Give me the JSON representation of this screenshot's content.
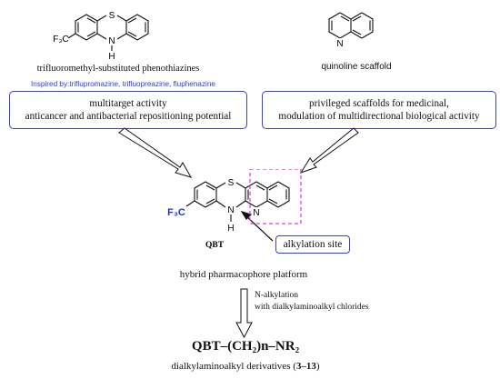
{
  "top_left": {
    "atom_s": "S",
    "atom_n": "N",
    "atom_h": "H",
    "substituent": "F₃C",
    "caption": "trifluoromethyl-substituted phenothiazines",
    "inspired": "Inspired by:triflupromazine, trifluopreazine, fluphenazine"
  },
  "top_right": {
    "atom_n": "N",
    "caption": "quinoline scaffold"
  },
  "box_left": {
    "line1": "multitarget activity",
    "line2": "anticancer and antibacterial repositioning potential"
  },
  "box_right": {
    "line1": "privileged scaffolds for medicinal,",
    "line2": "modulation of multidirectional biological activity"
  },
  "center": {
    "atom_s": "S",
    "atom_n": "N",
    "atom_n2": "N",
    "atom_h": "H",
    "substituent": "F₃C",
    "label": "QBT",
    "alkylation_site": "alkylation site",
    "platform": "hybrid pharmacophore platform"
  },
  "reaction": {
    "line1": "N-alkylation",
    "line2": "with dialkylaminoalkyl chlorides"
  },
  "product": {
    "formula": "QBT–(CH₂)n–NR₂",
    "derivatives_prefix": "dialkylaminoalkyl derivatives (",
    "derivatives_range": "3–13",
    "derivatives_suffix": ")"
  },
  "colors": {
    "box_border": "#3a3fd0",
    "inspired_text": "#2a3fd8",
    "highlight_dash": "#e040e0",
    "substituent_blue": "#2233cc"
  }
}
